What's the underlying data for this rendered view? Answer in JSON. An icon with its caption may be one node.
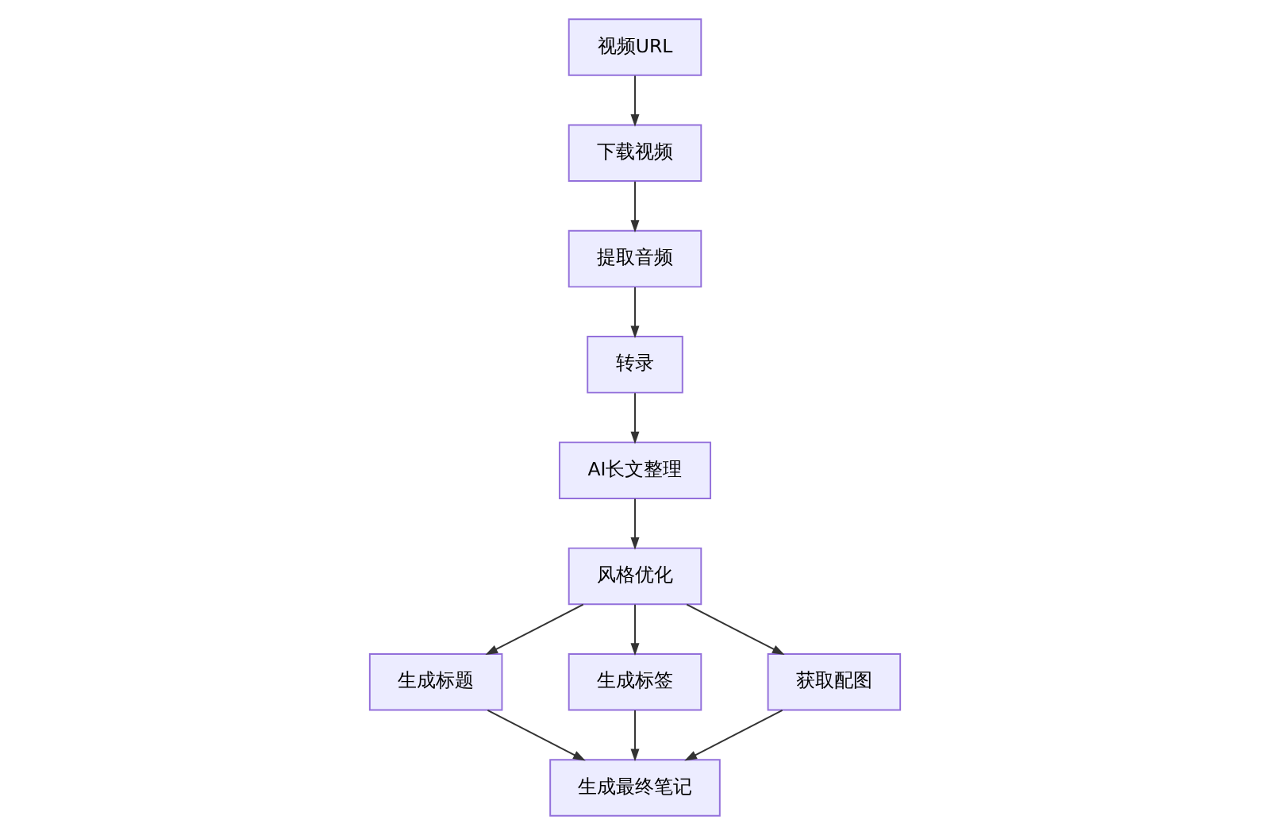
{
  "diagram": {
    "nodes": [
      {
        "text": [
          "视频URL"
        ]
      },
      {
        "text": [
          "下载视频"
        ]
      },
      {
        "text": [
          "提取音频"
        ]
      },
      {
        "text": [
          "转录"
        ]
      },
      {
        "text": [
          "AI长文整理"
        ]
      },
      {
        "text": [
          "风格优化"
        ]
      },
      {
        "text": [
          "生成标题"
        ]
      },
      {
        "text": [
          "生成标签"
        ]
      },
      {
        "text": [
          "获取配图"
        ]
      },
      {
        "text": [
          "生成最终笔记"
        ]
      }
    ],
    "edges": [
      {
        "from": 0,
        "to": 1,
        "arrow": "to"
      },
      {
        "from": 1,
        "to": 2,
        "arrow": "to"
      },
      {
        "from": 2,
        "to": 3,
        "arrow": "to"
      },
      {
        "from": 3,
        "to": 4,
        "arrow": "to"
      },
      {
        "from": 4,
        "to": 5,
        "arrow": "to"
      },
      {
        "from": 5,
        "to": 6,
        "arrow": "to"
      },
      {
        "from": 5,
        "to": 7,
        "arrow": "to"
      },
      {
        "from": 5,
        "to": 8,
        "arrow": "to"
      },
      {
        "from": 6,
        "to": 9,
        "arrow": "to"
      },
      {
        "from": 7,
        "to": 9,
        "arrow": "to"
      },
      {
        "from": 8,
        "to": 9,
        "arrow": "to"
      }
    ]
  }
}
